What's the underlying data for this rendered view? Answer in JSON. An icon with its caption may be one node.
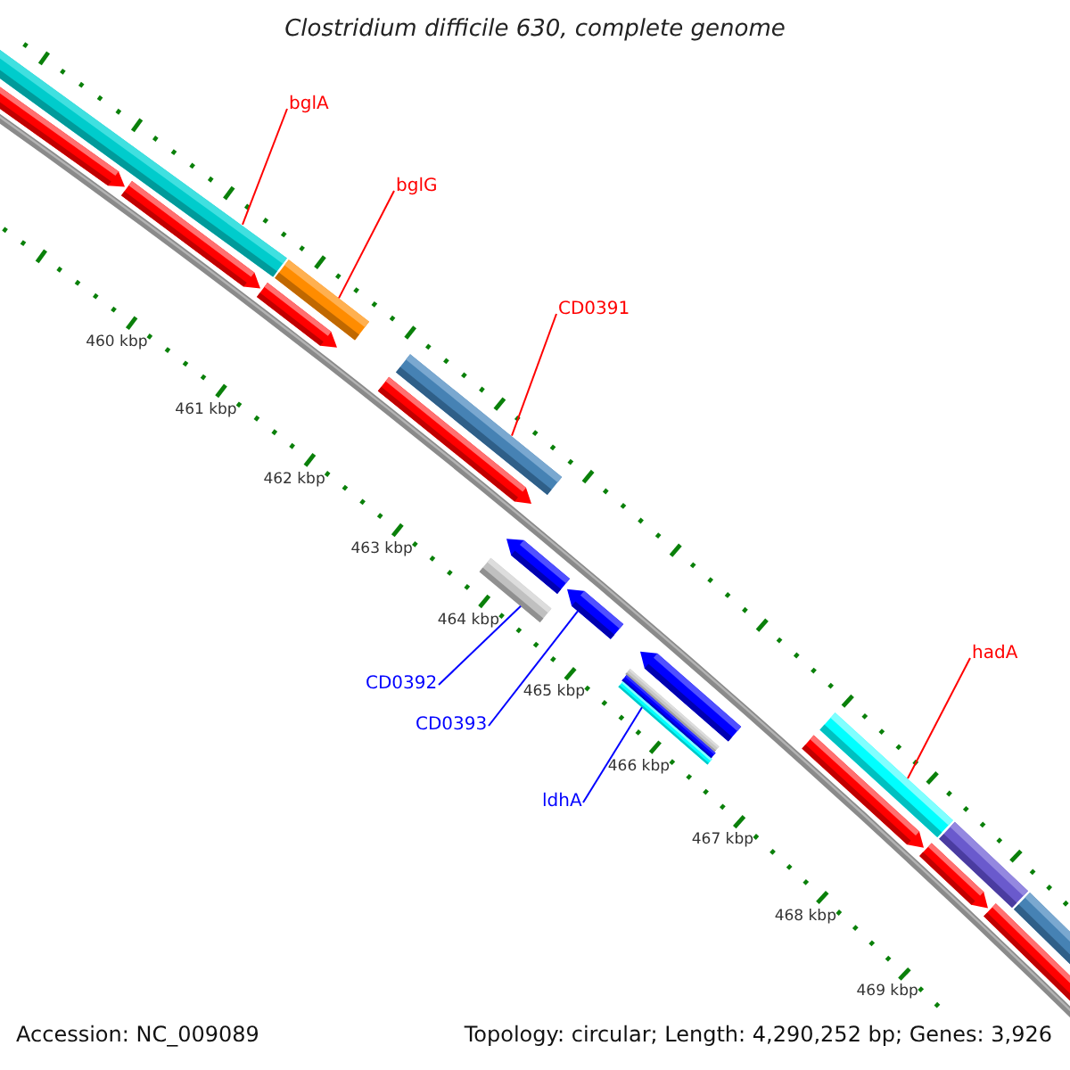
{
  "diagram": {
    "title": "Clostridium difficile 630, complete genome",
    "nodes": [
      {
        "text": [
          "bglA"
        ]
      },
      {
        "text": [],
        "shape": "bar"
      },
      {
        "text": [
          "bglG"
        ]
      },
      {
        "text": [],
        "shape": "bar"
      },
      {
        "text": [
          "CD0391"
        ]
      },
      {
        "text": [],
        "shape": "bar"
      },
      {
        "text": [
          "hadA"
        ]
      },
      {
        "text": [],
        "shape": "bar"
      },
      {
        "text": [
          "CD0392"
        ]
      },
      {
        "text": [],
        "shape": "bar"
      },
      {
        "text": [
          "CD0393"
        ]
      },
      {
        "text": [],
        "shape": "bar"
      },
      {
        "text": [
          "ldhA"
        ]
      },
      {
        "text": [],
        "shape": "bar"
      }
    ],
    "edges": [
      {
        "from": 0,
        "to": 1,
        "arrow": "none"
      },
      {
        "from": 2,
        "to": 3,
        "arrow": "none"
      },
      {
        "from": 4,
        "to": 5,
        "arrow": "none"
      },
      {
        "from": 6,
        "to": 7,
        "arrow": "none"
      },
      {
        "from": 8,
        "to": 9,
        "arrow": "none",
        "color": "#0000ff"
      },
      {
        "from": 10,
        "to": 11,
        "arrow": "none",
        "color": "#0000ff"
      },
      {
        "from": 12,
        "to": 13,
        "arrow": "none",
        "color": "#0000ff"
      }
    ],
    "labels": [
      "460 kbp",
      "461 kbp",
      "462 kbp",
      "463 kbp",
      "464 kbp",
      "465 kbp",
      "466 kbp",
      "467 kbp",
      "468 kbp",
      "469 kbp",
      "Accession: NC_009089",
      "Topology: circular; Length: 4,290,252 bp; Genes: 3,926"
    ]
  }
}
